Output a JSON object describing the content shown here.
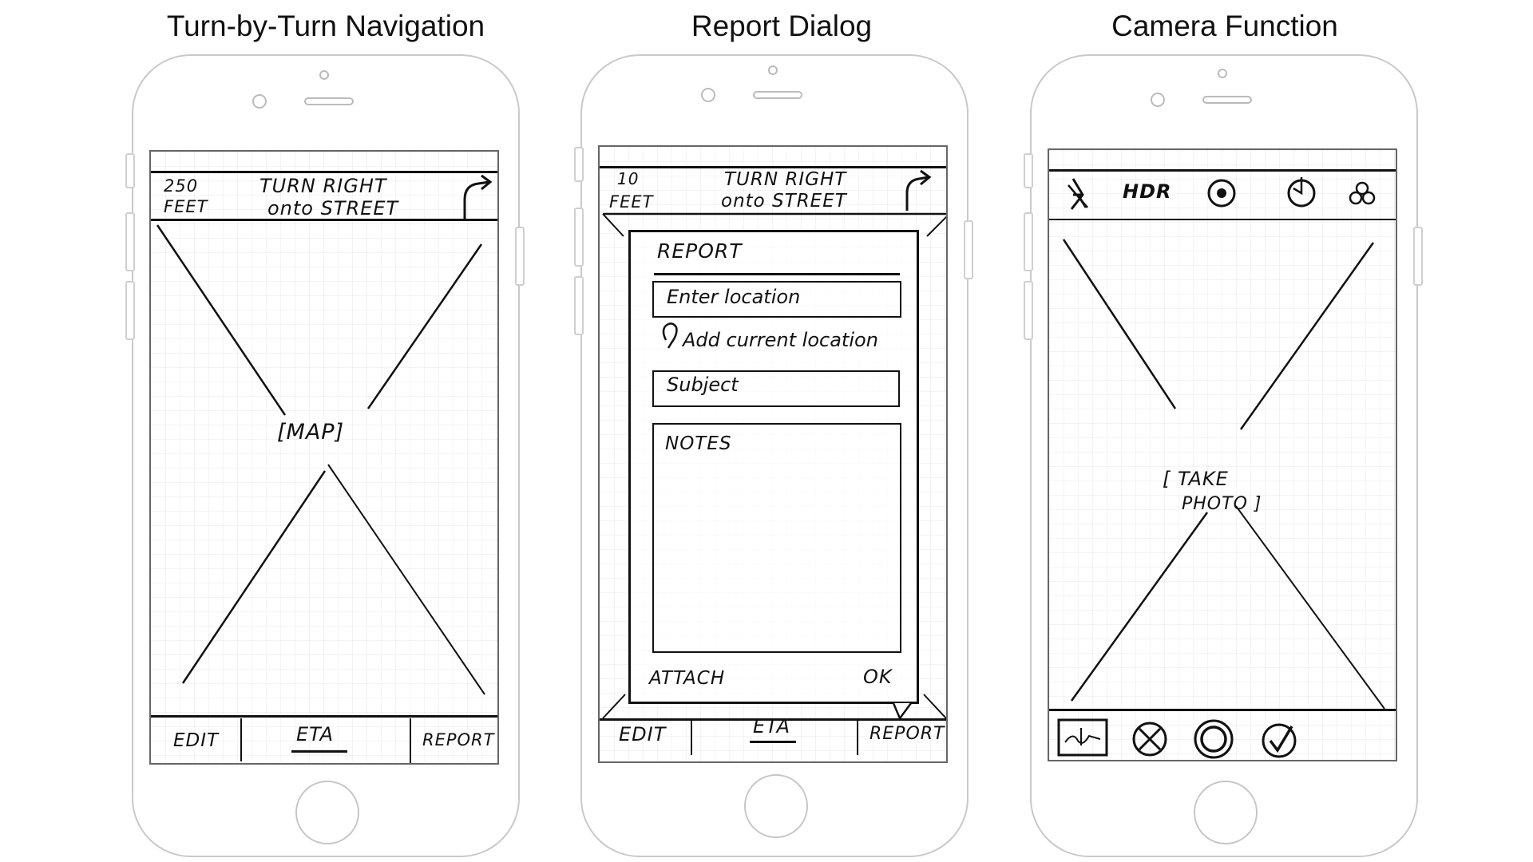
{
  "panels": [
    {
      "title": "Turn-by-Turn Navigation",
      "distance_value": "250",
      "distance_unit": "FEET",
      "instruction_line1": "TURN RIGHT",
      "instruction_line2": "onto STREET",
      "map_label": "[MAP]",
      "tabs": [
        "EDIT",
        "ETA",
        "REPORT"
      ]
    },
    {
      "title": "Report Dialog",
      "distance_value": "10",
      "distance_unit": "FEET",
      "instruction_line1": "TURN RIGHT",
      "instruction_line2": "onto STREET",
      "dialog_title": "REPORT",
      "location_placeholder": "Enter location",
      "add_location_label": "Add current location",
      "subject_placeholder": "Subject",
      "notes_placeholder": "NOTES",
      "attach_label": "ATTACH",
      "ok_label": "OK",
      "tabs": [
        "EDIT",
        "ETA",
        "REPORT"
      ]
    },
    {
      "title": "Camera Function",
      "hdr_label": "HDR",
      "photo_label_line1": "[ TAKE",
      "photo_label_line2": "PHOTO ]",
      "top_icons": [
        "flash-off-icon",
        "hdr-toggle",
        "live-photo-icon",
        "timer-icon",
        "filters-icon"
      ],
      "bottom_icons": [
        "gallery-thumbnail-icon",
        "cancel-icon",
        "shutter-icon",
        "confirm-icon"
      ]
    }
  ]
}
